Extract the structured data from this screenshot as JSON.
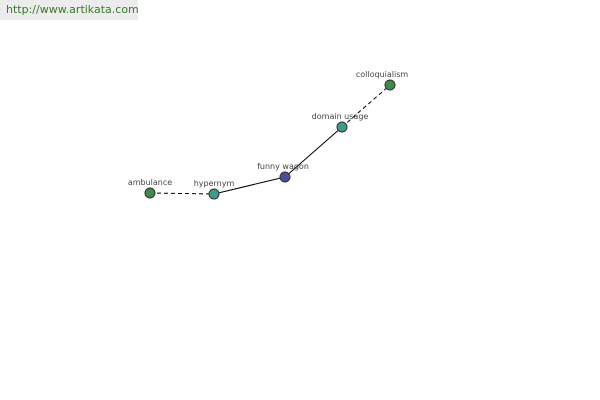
{
  "source": {
    "url_text": "http://www.artikata.com"
  },
  "graph": {
    "nodes": [
      {
        "id": "ambulance",
        "label": "ambulance",
        "color": "#3f8a4a"
      },
      {
        "id": "hypernym",
        "label": "hypernym",
        "color": "#3f9b8e"
      },
      {
        "id": "funny-wagon",
        "label": "funny wagon",
        "color": "#4a4f9a"
      },
      {
        "id": "domain-usage",
        "label": "domain usage",
        "color": "#3f9b8e"
      },
      {
        "id": "colloquialism",
        "label": "colloquialism",
        "color": "#3f8a4a"
      }
    ],
    "edges": [
      {
        "from": "ambulance",
        "to": "hypernym",
        "style": "dashed"
      },
      {
        "from": "hypernym",
        "to": "funny-wagon",
        "style": "solid"
      },
      {
        "from": "funny-wagon",
        "to": "domain-usage",
        "style": "solid"
      },
      {
        "from": "domain-usage",
        "to": "colloquialism",
        "style": "dashed"
      }
    ]
  }
}
